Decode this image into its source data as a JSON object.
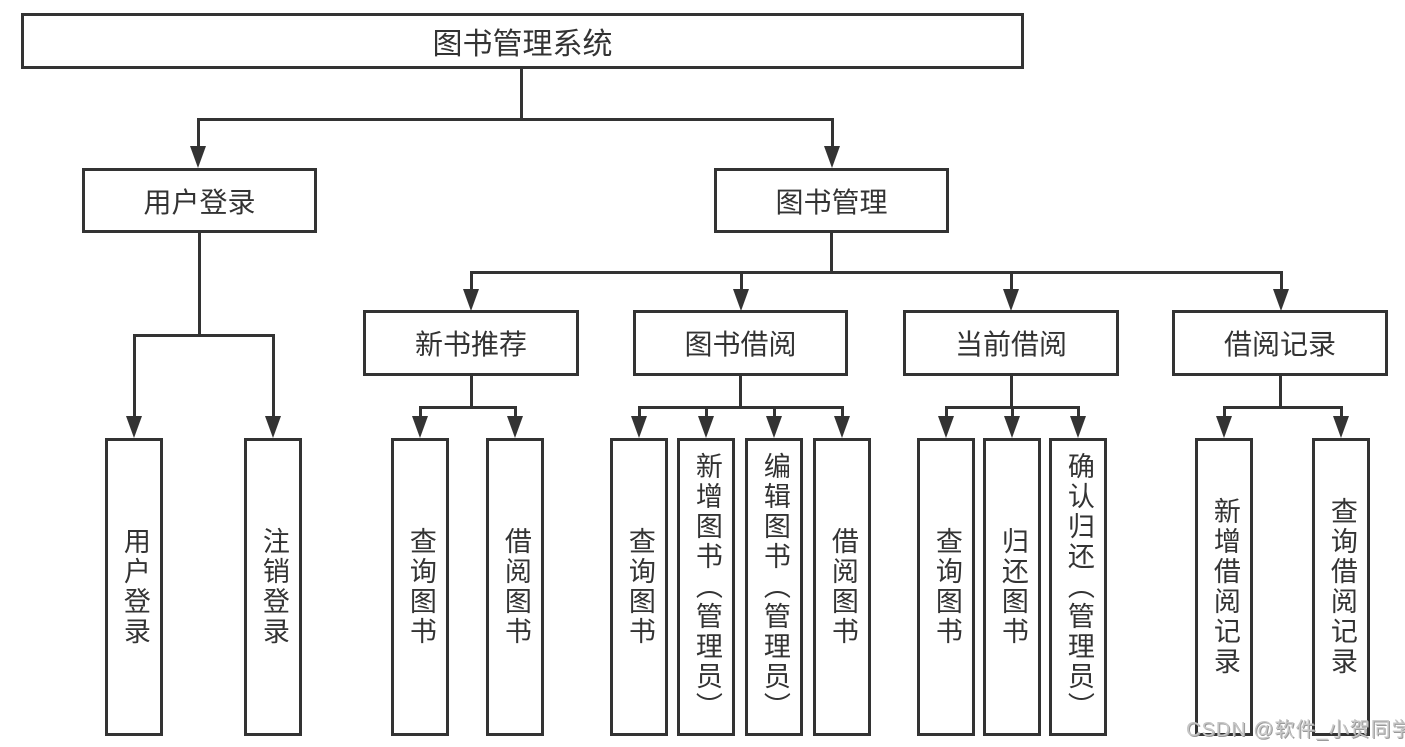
{
  "title": "图书管理系统",
  "watermark": "CSDN @软件_小贺同学",
  "colors": {
    "line": "#333333",
    "text": "#333333",
    "box_background": "#ffffff",
    "page_background": "#ffffff",
    "watermark_text": "#c6c6c6"
  },
  "tree": {
    "root": {
      "label": "图书管理系统",
      "children": [
        {
          "label": "用户登录",
          "children": [
            {
              "label": "用户登录"
            },
            {
              "label": "注销登录"
            }
          ]
        },
        {
          "label": "图书管理",
          "children": [
            {
              "label": "新书推荐",
              "children": [
                {
                  "label": "查询图书"
                },
                {
                  "label": "借阅图书"
                }
              ]
            },
            {
              "label": "图书借阅",
              "children": [
                {
                  "label": "查询图书"
                },
                {
                  "label": "新增图书（管理员）"
                },
                {
                  "label": "编辑图书（管理员）"
                },
                {
                  "label": "借阅图书"
                }
              ]
            },
            {
              "label": "当前借阅",
              "children": [
                {
                  "label": "查询图书"
                },
                {
                  "label": "归还图书"
                },
                {
                  "label": "确认归还（管理员）"
                }
              ]
            },
            {
              "label": "借阅记录",
              "children": [
                {
                  "label": "新增借阅记录"
                },
                {
                  "label": "查询借阅记录"
                }
              ]
            }
          ]
        }
      ]
    }
  }
}
